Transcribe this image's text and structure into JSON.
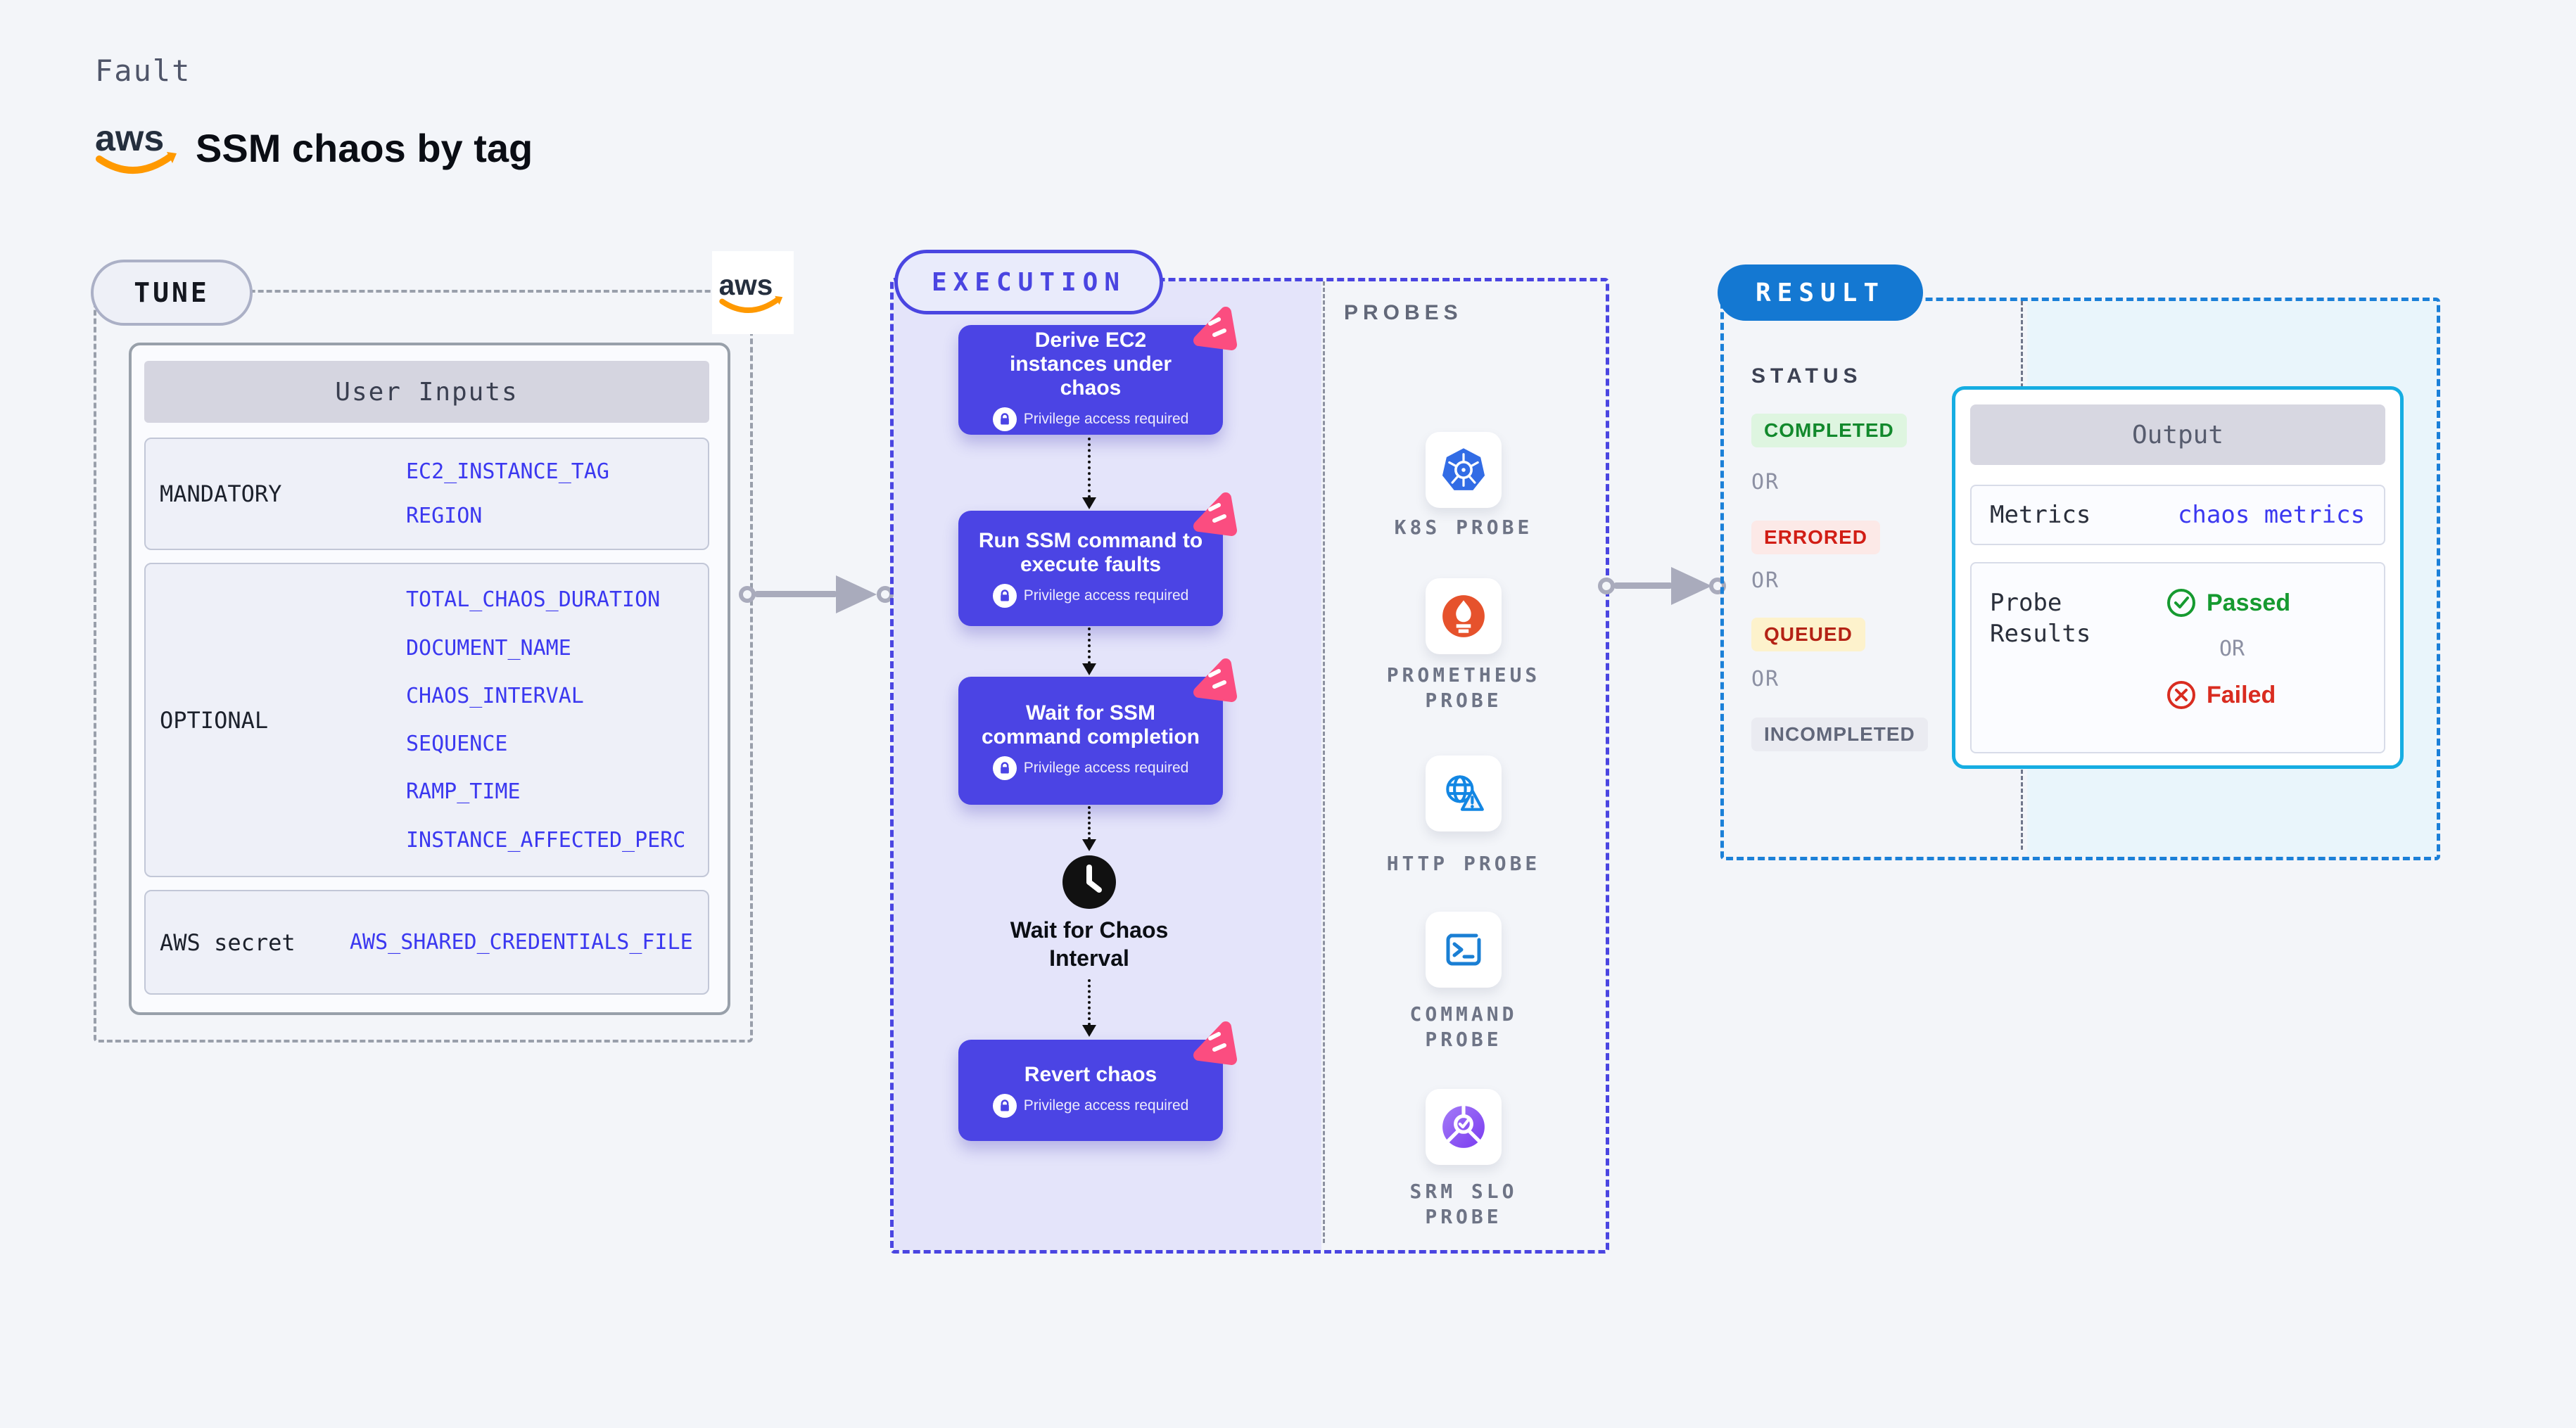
{
  "page": {
    "kicker": "Fault",
    "title": "SSM chaos by tag",
    "aws_logo": "aws"
  },
  "tune": {
    "badge": "TUNE",
    "card_title": "User Inputs",
    "mandatory": {
      "label": "MANDATORY",
      "values": [
        "EC2_INSTANCE_TAG",
        "REGION"
      ]
    },
    "optional": {
      "label": "OPTIONAL",
      "values": [
        "TOTAL_CHAOS_DURATION",
        "DOCUMENT_NAME",
        "CHAOS_INTERVAL",
        "SEQUENCE",
        "RAMP_TIME",
        "INSTANCE_AFFECTED_PERC"
      ]
    },
    "secret": {
      "label": "AWS secret",
      "values": [
        "AWS_SHARED_CREDENTIALS_FILE"
      ]
    }
  },
  "execution": {
    "badge": "EXECUTION",
    "privilege_note": "Privilege access required",
    "steps": [
      "Derive EC2\ninstances under\nchaos",
      "Run SSM command to\nexecute faults",
      "Wait for SSM\ncommand completion",
      "Revert chaos"
    ],
    "wait_label": "Wait for Chaos\nInterval"
  },
  "probes": {
    "label": "PROBES",
    "items": [
      "K8S PROBE",
      "PROMETHEUS\nPROBE",
      "HTTP PROBE",
      "COMMAND\nPROBE",
      "SRM SLO\nPROBE"
    ]
  },
  "result": {
    "badge": "RESULT",
    "status_label": "STATUS",
    "or": "OR",
    "statuses": [
      "COMPLETED",
      "ERRORED",
      "QUEUED",
      "INCOMPLETED"
    ],
    "output": {
      "title": "Output",
      "metrics_label": "Metrics",
      "metrics_value": "chaos metrics",
      "probe_label": "Probe\nResults",
      "passed": "Passed",
      "failed": "Failed"
    }
  },
  "colors": {
    "accent_indigo": "#4a45e1",
    "step_box": "#4b44e4",
    "result_blue": "#1478d2",
    "output_cyan": "#16ade2",
    "value_blue": "#3b38f0",
    "pink": "#fb4d80",
    "aws_orange": "#ff9900",
    "success_green": "#12892c",
    "error_red": "#d11d15",
    "queued_text": "#b42215",
    "incompleted_text": "#61677a"
  }
}
